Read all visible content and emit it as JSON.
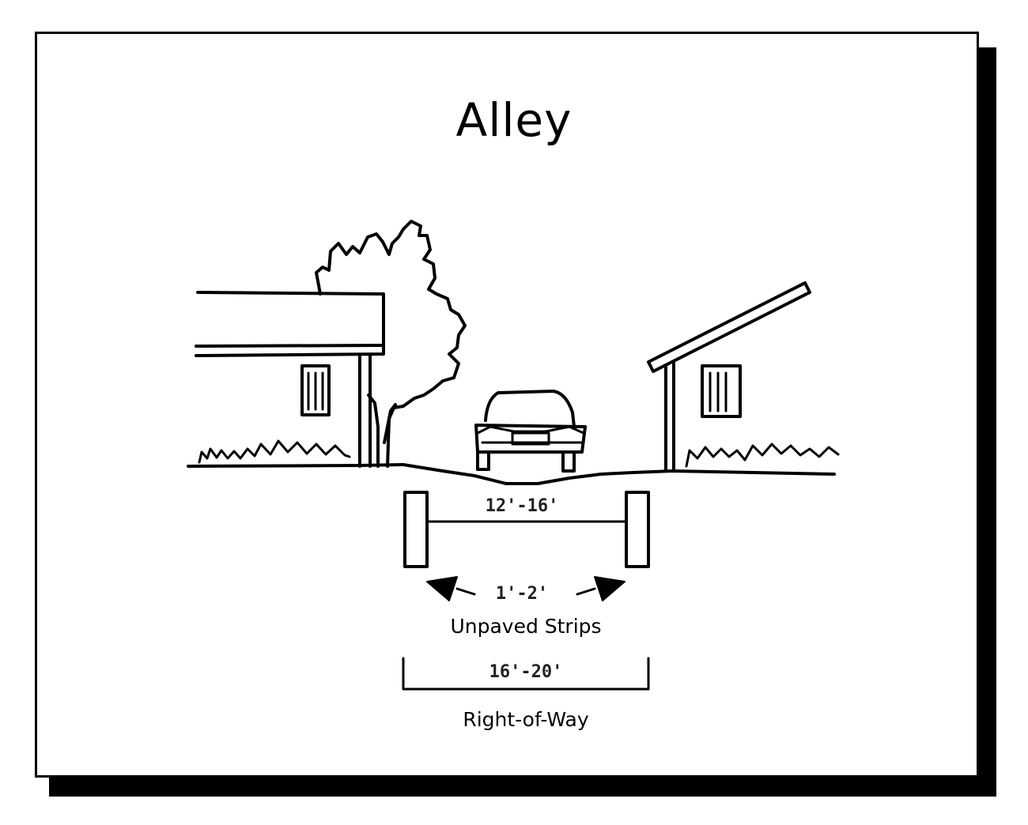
{
  "title": "Alley",
  "dimensions": {
    "paved_width": "12'-16'",
    "strip_width": "1'-2'",
    "strip_label": "Unpaved Strips",
    "row_width": "16'-20'",
    "row_label": "Right-of-Way"
  }
}
